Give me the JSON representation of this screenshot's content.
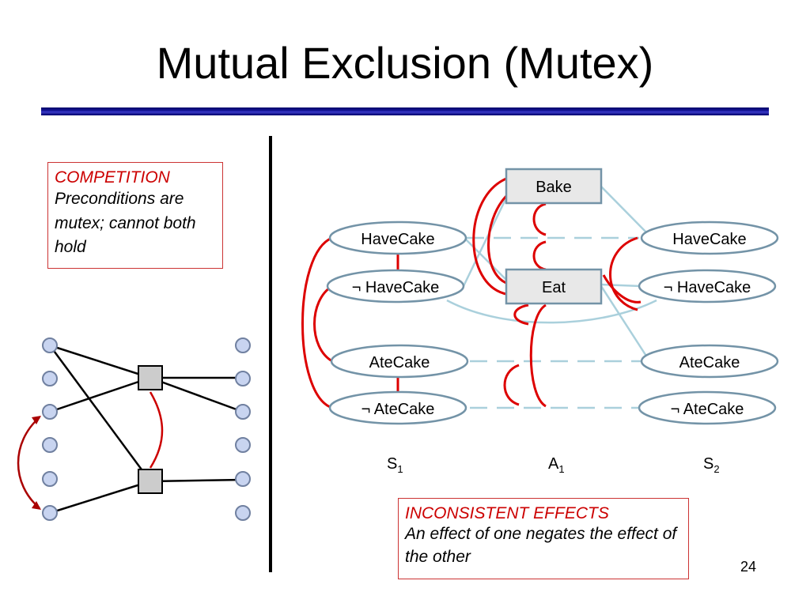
{
  "slide": {
    "title": "Mutual Exclusion (Mutex)",
    "page_number": "24"
  },
  "competition_note": {
    "heading": "COMPETITION",
    "text": "Preconditions are mutex; cannot both hold"
  },
  "inconsistent_note": {
    "heading": "INCONSISTENT EFFECTS",
    "text": "An effect of one negates the effect of the other"
  },
  "planning_graph": {
    "actions": [
      "Bake",
      "Eat"
    ],
    "s1_props": [
      "HaveCake",
      "¬ HaveCake",
      "AteCake",
      "¬ AteCake"
    ],
    "s2_props": [
      "HaveCake",
      "¬ HaveCake",
      "AteCake",
      "¬ AteCake"
    ],
    "level_labels": {
      "s1": "S",
      "s1_sub": "1",
      "a1": "A",
      "a1_sub": "1",
      "s2": "S",
      "s2_sub": "2"
    }
  },
  "colors": {
    "mutex_arc": "#dd0000",
    "link_line": "#aad0dc",
    "state_fill": "#e8e8e8",
    "state_stroke": "#7393a7",
    "node_fill": "#c8d4f0",
    "node_stroke": "#7080a0",
    "title_rule": "#000080"
  }
}
